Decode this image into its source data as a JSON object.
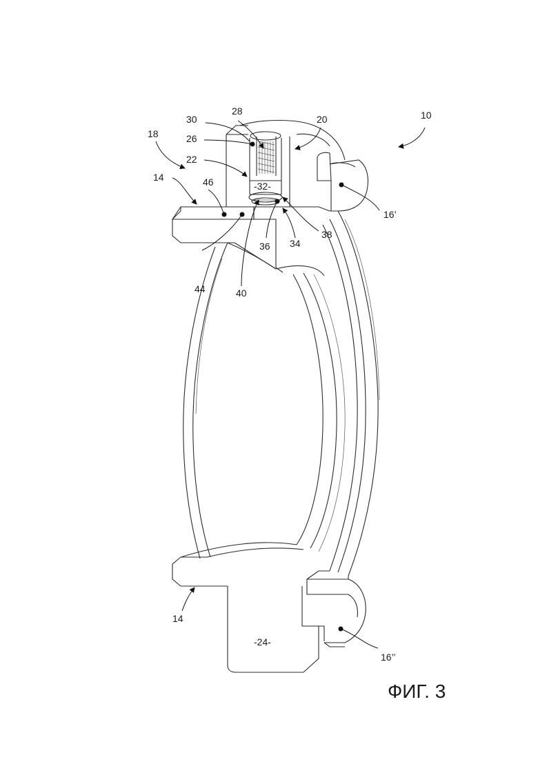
{
  "figure": {
    "caption": "ФИГ. 3",
    "reference_labels": {
      "r10": "10",
      "r14_top": "14",
      "r14_bottom": "14",
      "r16a": "16’",
      "r16b": "16’’",
      "r18": "18",
      "r20": "20",
      "r22": "22",
      "r26": "26",
      "r28": "28",
      "r30": "30",
      "r34": "34",
      "r36": "36",
      "r38": "38",
      "r40": "40",
      "r44": "44",
      "r46": "46"
    },
    "inner_labels": {
      "r32": "-32-",
      "r24": "-24-"
    }
  }
}
